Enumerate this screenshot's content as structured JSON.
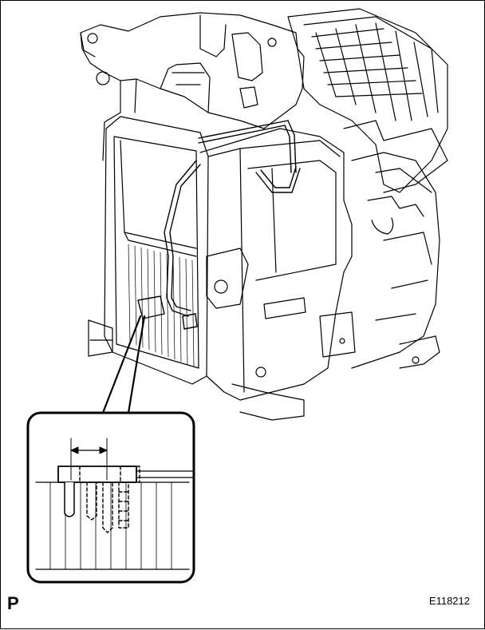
{
  "figure": {
    "corner_label": "P",
    "figure_code": "E118212"
  },
  "callout": {
    "graduations": 9
  }
}
